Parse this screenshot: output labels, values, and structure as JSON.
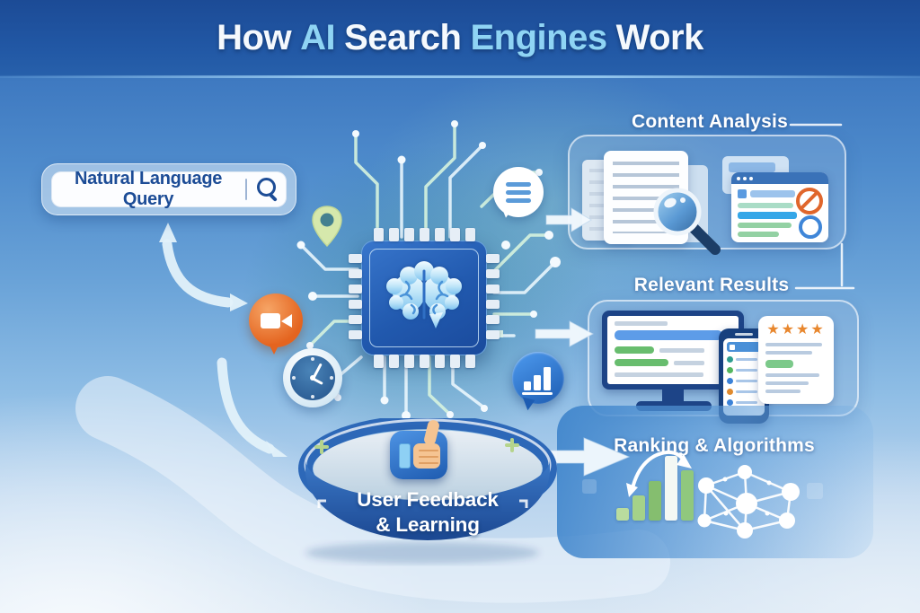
{
  "title": {
    "word1": "How",
    "word2": "AI",
    "word3": "Search",
    "word4": "Engines",
    "word5": "Work"
  },
  "search_bar": {
    "query": "Natural Language Query",
    "icon": "magnifier-icon"
  },
  "processor": {
    "icon": "brain-chip-icon"
  },
  "floating_icons": {
    "chat": "chat-lines-bubble-icon",
    "location": "map-pin-icon",
    "video": "video-camera-bubble-icon",
    "clock": "clock-icon",
    "stats": "bar-chart-bubble-icon"
  },
  "sections": {
    "content_analysis": {
      "label": "Content Analysis",
      "icons": [
        "documents-icon",
        "magnifier-icon",
        "webpage-filter-icon"
      ]
    },
    "relevant_results": {
      "label": "Relevant Results",
      "icons": [
        "monitor-results-icon",
        "phone-results-icon",
        "review-card-icon"
      ],
      "review_stars": 4
    },
    "ranking_algorithms": {
      "label": "Ranking & Algorithms",
      "icons": [
        "growth-bars-icon",
        "network-graph-icon"
      ],
      "bar_heights": [
        14,
        28,
        44,
        72,
        56
      ]
    },
    "user_feedback": {
      "line1": "User Feedback",
      "line2": "& Learning",
      "icon": "thumbs-up-icon"
    }
  },
  "colors": {
    "header_blue": "#1c4b96",
    "accent_light_blue": "#8fd4f4",
    "panel_blue": "#4f93d6",
    "orange": "#e4641f",
    "star_orange": "#e8872e",
    "green": "#7cc98a",
    "ring_blue": "#2d68b8",
    "chip_blue": "#2159ae"
  }
}
